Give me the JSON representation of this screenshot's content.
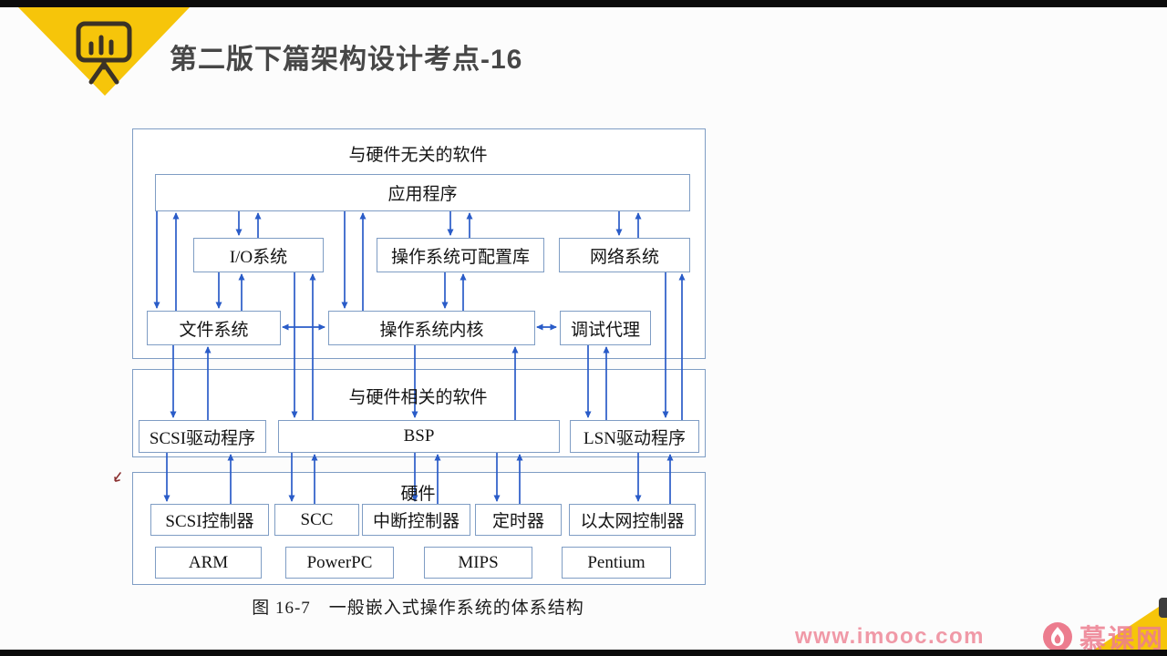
{
  "header": {
    "title": "第二版下篇架构设计考点-16"
  },
  "diagram": {
    "caption": "图 16-7　一般嵌入式操作系统的体系结构",
    "sections": {
      "hw_independent": {
        "label": "与硬件无关的软件"
      },
      "hw_related": {
        "label": "与硬件相关的软件"
      },
      "hardware": {
        "label": "硬件"
      }
    },
    "boxes": {
      "app": "应用程序",
      "io": "I/O系统",
      "oscfg": "操作系统可配置库",
      "net": "网络系统",
      "fs": "文件系统",
      "kernel": "操作系统内核",
      "debug": "调试代理",
      "scsi_drv": "SCSI驱动程序",
      "bsp": "BSP",
      "lsn_drv": "LSN驱动程序",
      "scsi_ctrl": "SCSI控制器",
      "scc": "SCC",
      "int_ctrl": "中断控制器",
      "timer": "定时器",
      "eth_ctrl": "以太网控制器",
      "arm": "ARM",
      "powerpc": "PowerPC",
      "mips": "MIPS",
      "pentium": "Pentium"
    }
  },
  "footer": {
    "url": "www.imooc.com",
    "brand": "慕课网"
  },
  "icons": {
    "header_icon": "presentation-board",
    "brand_icon": "flame-circle"
  },
  "colors": {
    "accent_yellow": "#f6c50a",
    "brand_pink": "#ec7c8e",
    "arrow_blue": "#2a5cc8",
    "box_border": "#7f9dc4",
    "letterbox_black": "#0b0b0b"
  }
}
